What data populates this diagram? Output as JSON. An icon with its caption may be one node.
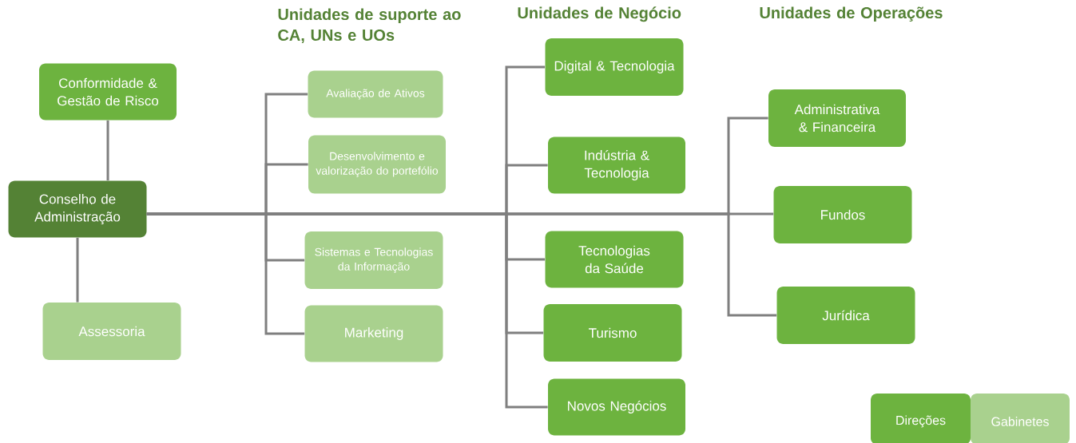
{
  "diagram": {
    "nodes": [
      {
        "text": [
          "Conformidade & Gestão de Risco"
        ]
      },
      {
        "text": [
          "Conselho de Administração"
        ]
      },
      {
        "text": [
          "Assessoria"
        ]
      },
      {
        "text": [
          "Avaliação de Ativos"
        ]
      },
      {
        "text": [
          "Desenvolvimento e valorização do portefólio"
        ]
      },
      {
        "text": [
          "Sistemas e Tecnologias da Informação"
        ]
      },
      {
        "text": [
          "Marketing"
        ]
      },
      {
        "text": [
          "Digital & Tecnologia"
        ]
      },
      {
        "text": [
          "Indústria & Tecnologia"
        ]
      },
      {
        "text": [
          "Tecnologias da Saúde"
        ]
      },
      {
        "text": [
          "Turismo"
        ]
      },
      {
        "text": [
          "Novos Negócios"
        ]
      },
      {
        "text": [
          "Administrativa & Financeira"
        ]
      },
      {
        "text": [
          "Fundos"
        ]
      },
      {
        "text": [
          "Jurídica"
        ]
      }
    ],
    "edges": [
      {
        "from": 0,
        "to": 1,
        "arrow": "none"
      },
      {
        "from": 1,
        "to": 2,
        "arrow": "none"
      },
      {
        "from": 1,
        "to": 3,
        "arrow": "none"
      },
      {
        "from": 1,
        "to": 4,
        "arrow": "none"
      },
      {
        "from": 1,
        "to": 5,
        "arrow": "none"
      },
      {
        "from": 1,
        "to": 6,
        "arrow": "none"
      },
      {
        "from": 1,
        "to": 7,
        "arrow": "none"
      },
      {
        "from": 1,
        "to": 8,
        "arrow": "none"
      },
      {
        "from": 1,
        "to": 9,
        "arrow": "none"
      },
      {
        "from": 1,
        "to": 10,
        "arrow": "none"
      },
      {
        "from": 1,
        "to": 11,
        "arrow": "none"
      },
      {
        "from": 1,
        "to": 12,
        "arrow": "none"
      },
      {
        "from": 1,
        "to": 13,
        "arrow": "none"
      },
      {
        "from": 1,
        "to": 14,
        "arrow": "none"
      }
    ],
    "labels": [
      "Unidades de suporte ao CA, UNs e UOs",
      "Unidades de Negócio",
      "Unidades de Operações"
    ],
    "legend": [
      {
        "text": "Direções",
        "color": "#6db33f"
      },
      {
        "text": "Gabinetes",
        "color": "#a9d18e"
      }
    ]
  }
}
